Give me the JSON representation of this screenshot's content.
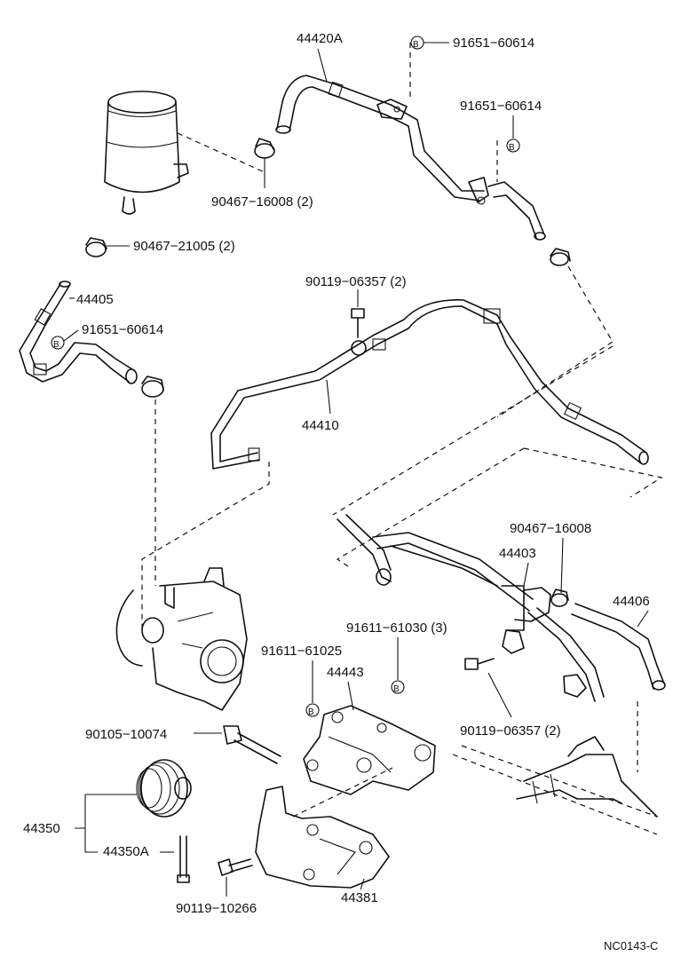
{
  "diagram": {
    "code": "NC0143-C",
    "callouts": {
      "c44420A": "44420A",
      "c91651a": "91651−60614",
      "c91651b": "91651−60614",
      "c91651c": "91651−60614",
      "c90467_16008_2": "90467−16008 (2)",
      "c90467_21005_2": "90467−21005 (2)",
      "c44405": "44405",
      "c90119_06357_2a": "90119−06357 (2)",
      "c44410": "44410",
      "c90467_16008": "90467−16008",
      "c44403": "44403",
      "c44406": "44406",
      "c91611_61030_3": "91611−61030 (3)",
      "c91611_61025": "91611−61025",
      "c44443": "44443",
      "c90105_10074": "90105−10074",
      "c90119_06357_2b": "90119−06357 (2)",
      "c44350": "44350",
      "c44350A": "44350A",
      "c44381": "44381",
      "c90119_10266": "90119−10266"
    },
    "bolt_marker": "B",
    "line_color": "#111111"
  }
}
